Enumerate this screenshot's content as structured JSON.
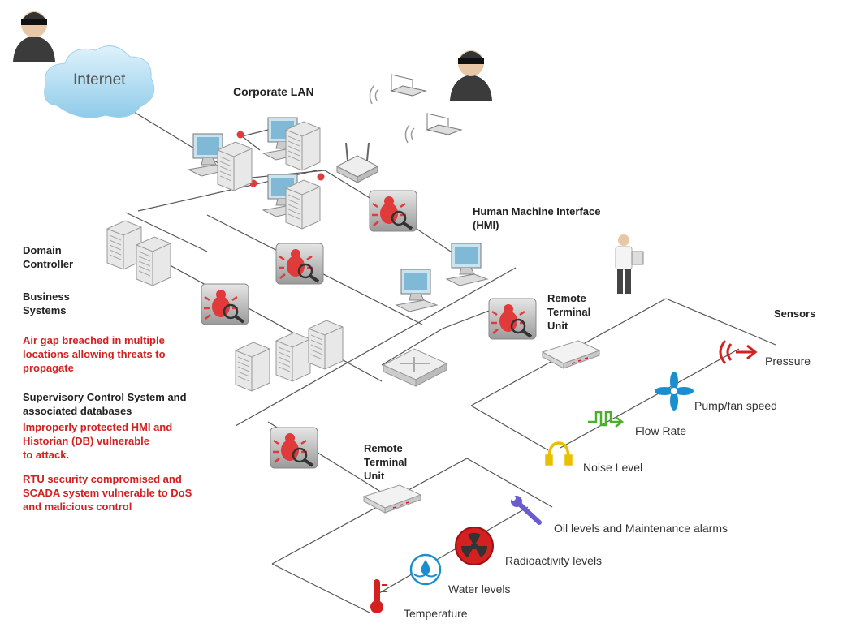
{
  "internet_label": "Internet",
  "corporate_lan": "Corporate LAN",
  "hmi": {
    "line1": "Human Machine Interface",
    "line2": "(HMI)"
  },
  "domain_controller": {
    "line1": "Domain",
    "line2": "Controller"
  },
  "business_systems": {
    "line1": "Business",
    "line2": "Systems"
  },
  "air_gap": {
    "line1": "Air gap breached in multiple",
    "line2": "locations allowing threats to",
    "line3": "propagate"
  },
  "scada": {
    "line1": "Supervisory Control System and",
    "line2": "associated databases"
  },
  "hmi_vuln": {
    "line1": "Improperly protected HMI and",
    "line2": "Historian (DB) vulnerable",
    "line3": "to attack."
  },
  "rtu_vuln": {
    "line1": "RTU security compromised and",
    "line2": "SCADA system vulnerable to DoS",
    "line3": "and malicious control"
  },
  "rtu1": {
    "line1": "Remote",
    "line2": "Terminal",
    "line3": "Unit"
  },
  "rtu2": {
    "line1": "Remote",
    "line2": "Terminal",
    "line3": "Unit"
  },
  "sensors_title": "Sensors",
  "sensors": {
    "pressure": "Pressure",
    "pump": "Pump/fan speed",
    "flow": "Flow Rate",
    "noise": "Noise Level",
    "oil": "Oil levels and Maintenance  alarms",
    "radio": "Radioactivity levels",
    "water": "Water levels",
    "temp": "Temperature"
  },
  "colors": {
    "threat": "#d42020",
    "line": "#555555",
    "icon_blue": "#1a8fd0",
    "icon_green": "#4caf2a",
    "icon_yellow": "#e8c000"
  }
}
